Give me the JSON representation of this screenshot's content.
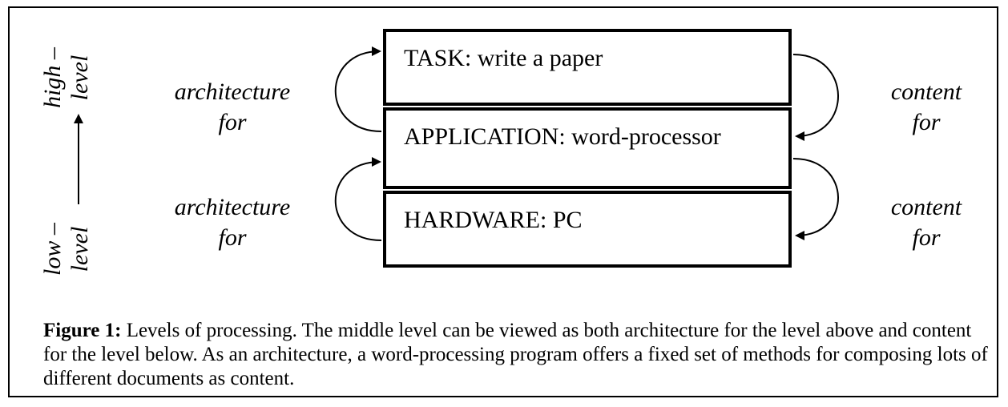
{
  "levels": {
    "task": "TASK: write a paper",
    "application": "APPLICATION: word-processor",
    "hardware": "HARDWARE: PC"
  },
  "left_labels": {
    "upper_line1": "architecture",
    "upper_line2": "for",
    "lower_line1": "architecture",
    "lower_line2": "for"
  },
  "right_labels": {
    "upper_line1": "content",
    "upper_line2": "for",
    "lower_line1": "content",
    "lower_line2": "for"
  },
  "axis": {
    "high_line1": "high –",
    "high_line2": "level",
    "low_line1": "low –",
    "low_line2": "level"
  },
  "caption": {
    "label": "Figure 1:",
    "text": " Levels of processing. The middle level can be viewed as both architecture for the level above and content for the level below. As an architecture, a word-processing program offers a fixed set of methods for composing lots of different documents as content."
  }
}
